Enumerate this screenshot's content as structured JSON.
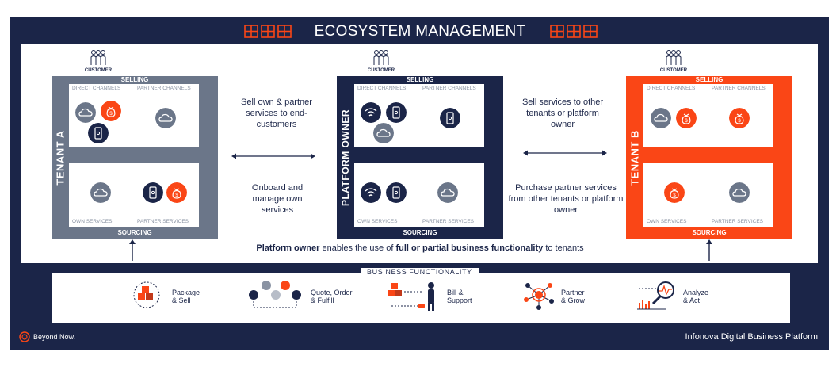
{
  "header": {
    "title": "ECOSYSTEM MANAGEMENT"
  },
  "customer_label": "CUSTOMER",
  "tenant_a": {
    "name": "TENANT A",
    "selling": "SELLING",
    "sourcing": "SOURCING",
    "direct_channels": "DIRECT CHANNELS",
    "partner_channels": "PARTNER CHANNELS",
    "own_services": "OWN SERVICES",
    "partner_services": "PARTNER SERVICES",
    "color": "#6b7689"
  },
  "platform_owner": {
    "name": "PLATFORM OWNER",
    "selling": "SELLING",
    "sourcing": "SOURCING",
    "direct_channels": "DIRECT CHANNELS",
    "partner_channels": "PARTNER CHANNELS",
    "own_services": "OWN SERVICES",
    "partner_services": "PARTNER SERVICES",
    "color": "#1b2548"
  },
  "tenant_b": {
    "name": "TENANT B",
    "selling": "SELLING",
    "sourcing": "SOURCING",
    "direct_channels": "DIRECT CHANNELS",
    "partner_channels": "PARTNER CHANNELS",
    "own_services": "OWN SERVICES",
    "partner_services": "PARTNER SERVICES",
    "color": "#fa4616"
  },
  "left_flow": {
    "top": "Sell own & partner services to end-customers",
    "bottom": "Onboard and manage own services"
  },
  "right_flow": {
    "top": "Sell services to other tenants or platform owner",
    "bottom": "Purchase partner services from other tenants or platform owner"
  },
  "note": {
    "bold1": "Platform owner",
    "plain1": " enables the use of ",
    "bold2": "full or partial business functionality",
    "plain2": " to tenants"
  },
  "business_functionality": {
    "title": "BUSINESS FUNCTIONALITY",
    "items": [
      {
        "line1": "Package",
        "line2": "& Sell"
      },
      {
        "line1": "Quote, Order",
        "line2": "& Fulfill"
      },
      {
        "line1": "Bill &",
        "line2": "Support"
      },
      {
        "line1": "Partner",
        "line2": "& Grow"
      },
      {
        "line1": "Analyze",
        "line2": "& Act"
      }
    ]
  },
  "footer": {
    "brand": "Beyond Now.",
    "platform": "Infonova Digital Business Platform"
  },
  "colors": {
    "navy": "#1b2548",
    "orange": "#fa4616",
    "gray": "#6b7689"
  }
}
